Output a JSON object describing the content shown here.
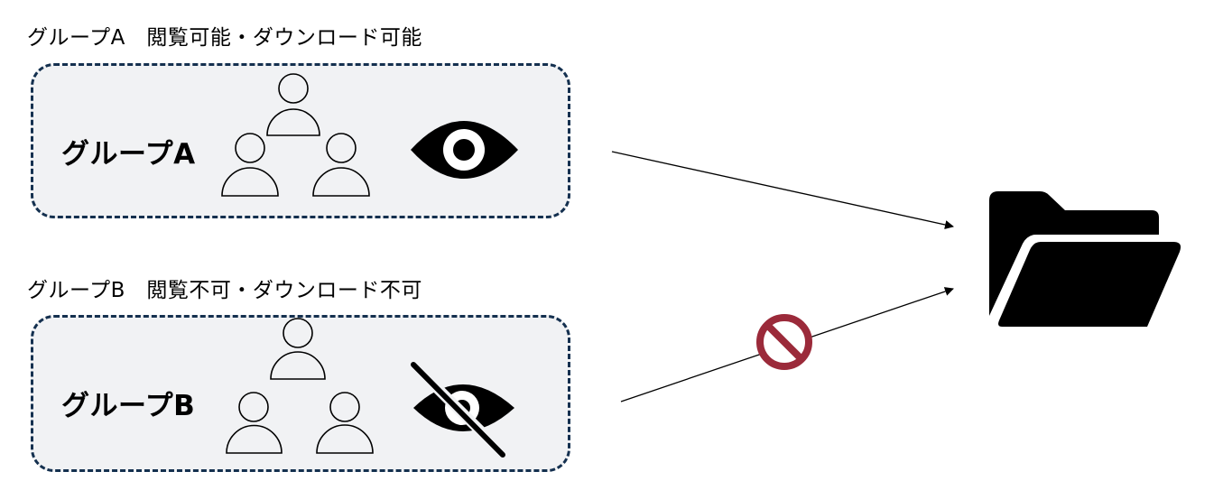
{
  "groups": [
    {
      "caption": "グループA　閲覧可能・ダウンロード可能",
      "label": "グループA",
      "access": "allowed",
      "icon": "eye-icon"
    },
    {
      "caption": "グループB　閲覧不可・ダウンロード不可",
      "label": "グループB",
      "access": "denied",
      "icon": "eye-slash-icon"
    }
  ],
  "target": {
    "icon": "folder-open-icon"
  },
  "colors": {
    "box_border": "#14304f",
    "box_fill": "#f1f2f4",
    "prohibited": "#9b2a3a",
    "icon": "#000000"
  }
}
